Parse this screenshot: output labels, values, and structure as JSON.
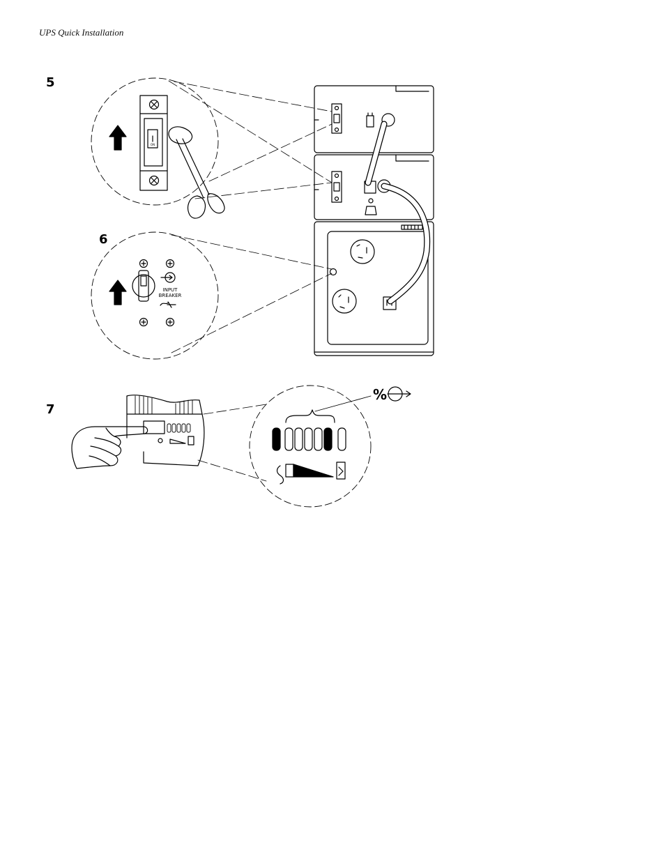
{
  "page": {
    "running_head": "UPS Quick Installation"
  },
  "steps": [
    {
      "number": "5"
    },
    {
      "number": "6"
    },
    {
      "number": "7"
    }
  ],
  "labels": {
    "breaker_line1": "INPUT",
    "breaker_line2": "BREAKER",
    "switch_on": "ON",
    "percent_symbol": "%"
  },
  "colors": {
    "ink": "#000000",
    "paper": "#ffffff"
  }
}
